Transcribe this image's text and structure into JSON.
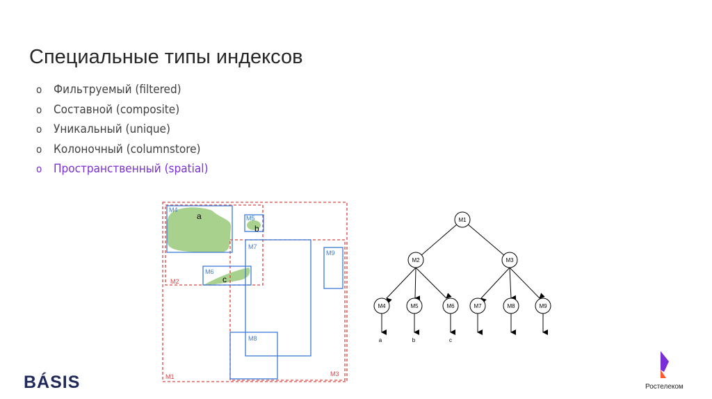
{
  "slide": {
    "title": "Специальные типы индексов",
    "bullets": [
      {
        "label": "Фильтруемый (filtered)",
        "active": false
      },
      {
        "label": "Составной (composite)",
        "active": false
      },
      {
        "label": "Уникальный (unique)",
        "active": false
      },
      {
        "label": "Колоночный (columnstore)",
        "active": false
      },
      {
        "label": "Пространственный (spatial)",
        "active": true
      }
    ],
    "bullet_glyph": "o"
  },
  "spatial_diagram": {
    "regions": {
      "M1": "M1",
      "M2": "M2",
      "M3": "M3",
      "M4": "M4",
      "M5": "M5",
      "M6": "M6",
      "M7": "M7",
      "M8": "M8",
      "M9": "M9"
    },
    "objects": {
      "a": "a",
      "b": "b",
      "c": "c"
    }
  },
  "tree": {
    "nodes": {
      "M1": "M1",
      "M2": "M2",
      "M3": "M3",
      "M4": "M4",
      "M5": "M5",
      "M6": "M6",
      "M7": "M7",
      "M8": "M8",
      "M9": "M9"
    },
    "leaf_labels": {
      "a": "a",
      "b": "b",
      "c": "c"
    }
  },
  "footer": {
    "left_logo": "BÁSIS",
    "right_logo": "Ростелеком"
  },
  "colors": {
    "accent": "#7a2fd6",
    "dashed": "#e0403f",
    "rect": "#3a7bd5",
    "shape": "#a9d18e"
  }
}
